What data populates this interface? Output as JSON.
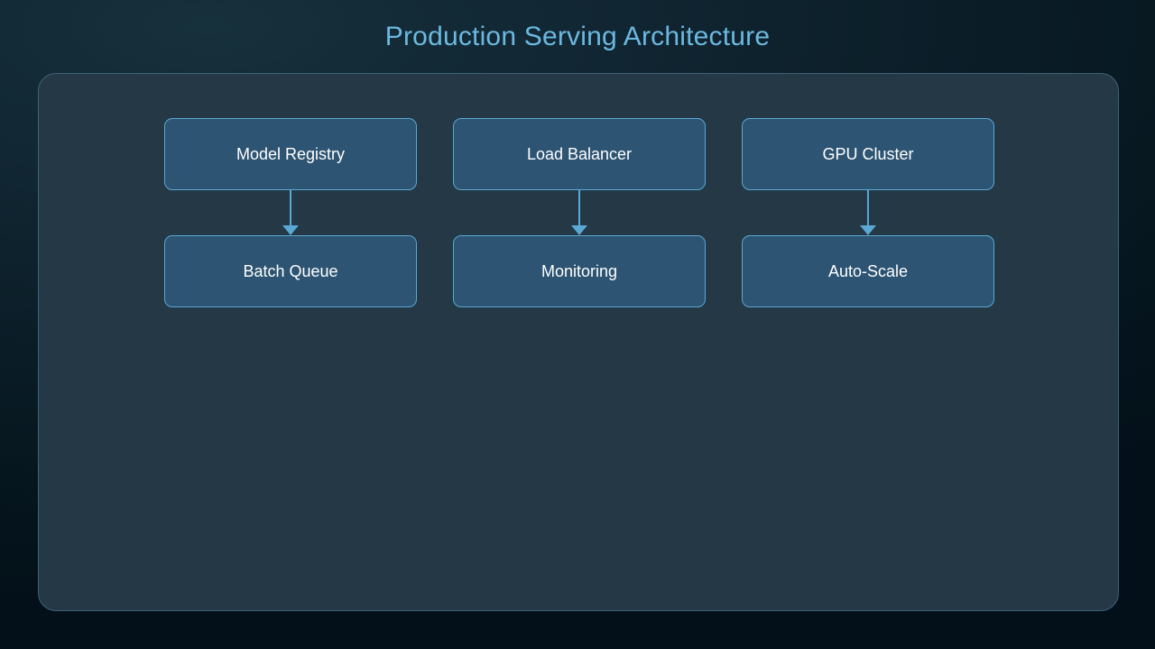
{
  "title": "Production Serving Architecture",
  "theme": {
    "background": "#0a1c26",
    "panel_fill": "#243845",
    "panel_border": "#3d6377",
    "node_fill": "#2d5472",
    "node_border": "#5aa8d4",
    "node_text": "#ffffff",
    "title_color": "#6cb8e0",
    "arrow_color": "#5aa8d4"
  },
  "chart_data": {
    "type": "diagram",
    "title": "Production Serving Architecture",
    "layout": "three-column flowchart, one downward arrow per column",
    "columns": [
      {
        "nodes": [
          "Model Registry",
          "Batch Queue"
        ],
        "edges": [
          {
            "from": "Model Registry",
            "to": "Batch Queue",
            "style": "arrow-down"
          }
        ]
      },
      {
        "nodes": [
          "Load Balancer",
          "Monitoring"
        ],
        "edges": [
          {
            "from": "Load Balancer",
            "to": "Monitoring",
            "style": "arrow-down"
          }
        ]
      },
      {
        "nodes": [
          "GPU Cluster",
          "Auto-Scale"
        ],
        "edges": [
          {
            "from": "GPU Cluster",
            "to": "Auto-Scale",
            "style": "arrow-down"
          }
        ]
      }
    ]
  },
  "columns": [
    {
      "top_node": {
        "label": "Model Registry"
      },
      "bottom_node": {
        "label": "Batch Queue"
      }
    },
    {
      "top_node": {
        "label": "Load Balancer"
      },
      "bottom_node": {
        "label": "Monitoring"
      }
    },
    {
      "top_node": {
        "label": "GPU Cluster"
      },
      "bottom_node": {
        "label": "Auto-Scale"
      }
    }
  ]
}
